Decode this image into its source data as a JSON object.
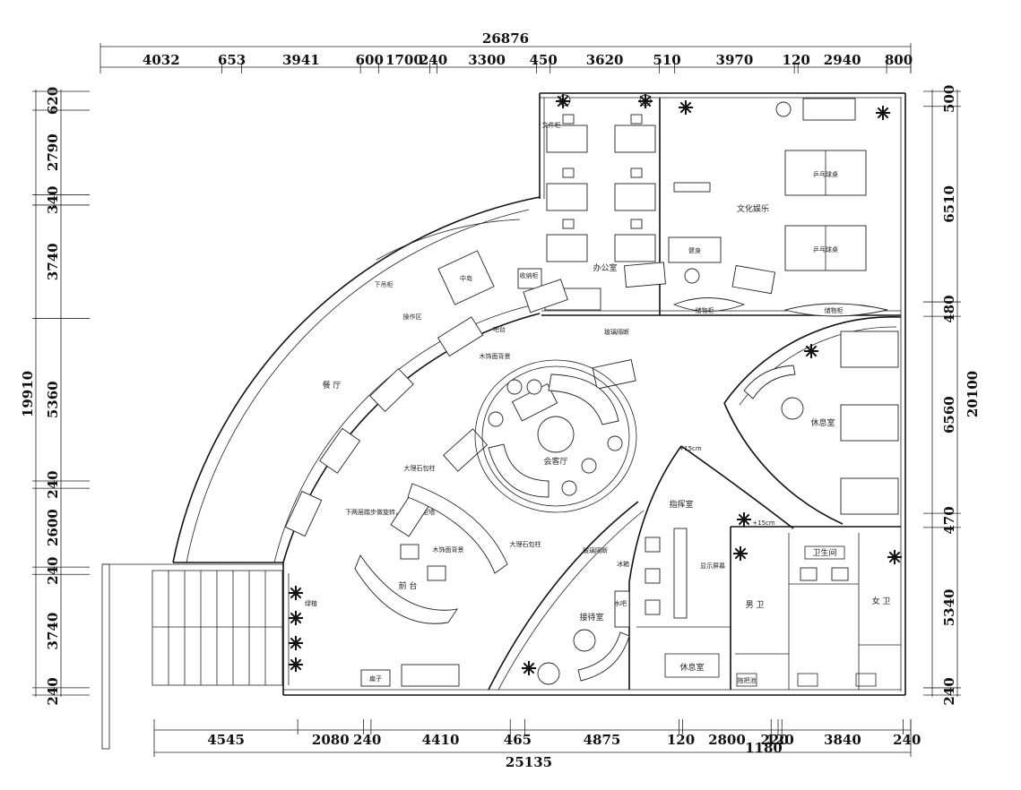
{
  "dims": {
    "top_total": "26876",
    "top": [
      "4032",
      "653",
      "3941",
      "600",
      "1700",
      "240",
      "3300",
      "450",
      "3620",
      "510",
      "3970",
      "120",
      "2940",
      "800"
    ],
    "bottom_total": "25135",
    "bottom": [
      "4545",
      "2080",
      "240",
      "4410",
      "465",
      "4875",
      "120",
      "2800",
      "220",
      "120",
      "3840",
      "240"
    ],
    "bottom_extra": "1180",
    "left_total": "19910",
    "left": [
      "620",
      "2790",
      "340",
      "3740",
      "5360",
      "240",
      "2600",
      "240",
      "3740",
      "240"
    ],
    "right_total": "20100",
    "right": [
      "500",
      "6510",
      "480",
      "6560",
      "470",
      "5340",
      "240"
    ]
  },
  "rooms": {
    "office": "办公室",
    "culture": "文化娱乐",
    "dining": "餐 厅",
    "meeting": "会客厅",
    "rest1": "休息室",
    "rest2": "休息室",
    "director": "指挥室",
    "reception": "接待室",
    "bathroom": "卫生间",
    "male_wc": "男 卫",
    "female_wc": "女 卫",
    "front_desk": "前 台",
    "island": "中岛",
    "prep": "操作区",
    "kitchen_cab": "下吊柜",
    "bar": "吧台",
    "wood_wall": "木饰面背景",
    "wood_wall2": "木饰面背景",
    "marble_col1": "大理石包柱",
    "marble_col2": "大理石包柱",
    "glass_partition": "玻璃隔断",
    "glass_partition2": "玻璃隔断",
    "sign": "扁子",
    "water_bar": "水吧",
    "fridge": "冰箱",
    "table_tennis1": "乒乓球桌",
    "table_tennis2": "乒乓球桌",
    "fitness": "健身",
    "cabinet": "储物柜",
    "cabinet2": "储物柜",
    "green": "绿植",
    "raise1": "+15cm",
    "raise2": "+15cm",
    "mop": "拖把池",
    "screen": "显示屏幕",
    "step_note": "下两层踏步做旋转，上面\n造型墙",
    "file_cab": "文件柜",
    "storage": "收纳柜"
  }
}
